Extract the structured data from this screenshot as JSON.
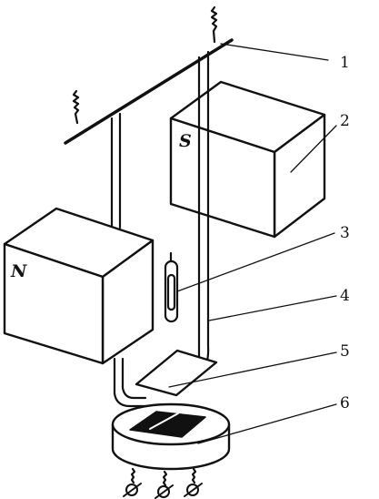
{
  "diagram": {
    "pole_labels": {
      "north": "N",
      "south": "S"
    },
    "callouts": [
      "1",
      "2",
      "3",
      "4",
      "5",
      "6"
    ],
    "colors": {
      "ink": "#111111",
      "paper": "#ffffff"
    }
  }
}
